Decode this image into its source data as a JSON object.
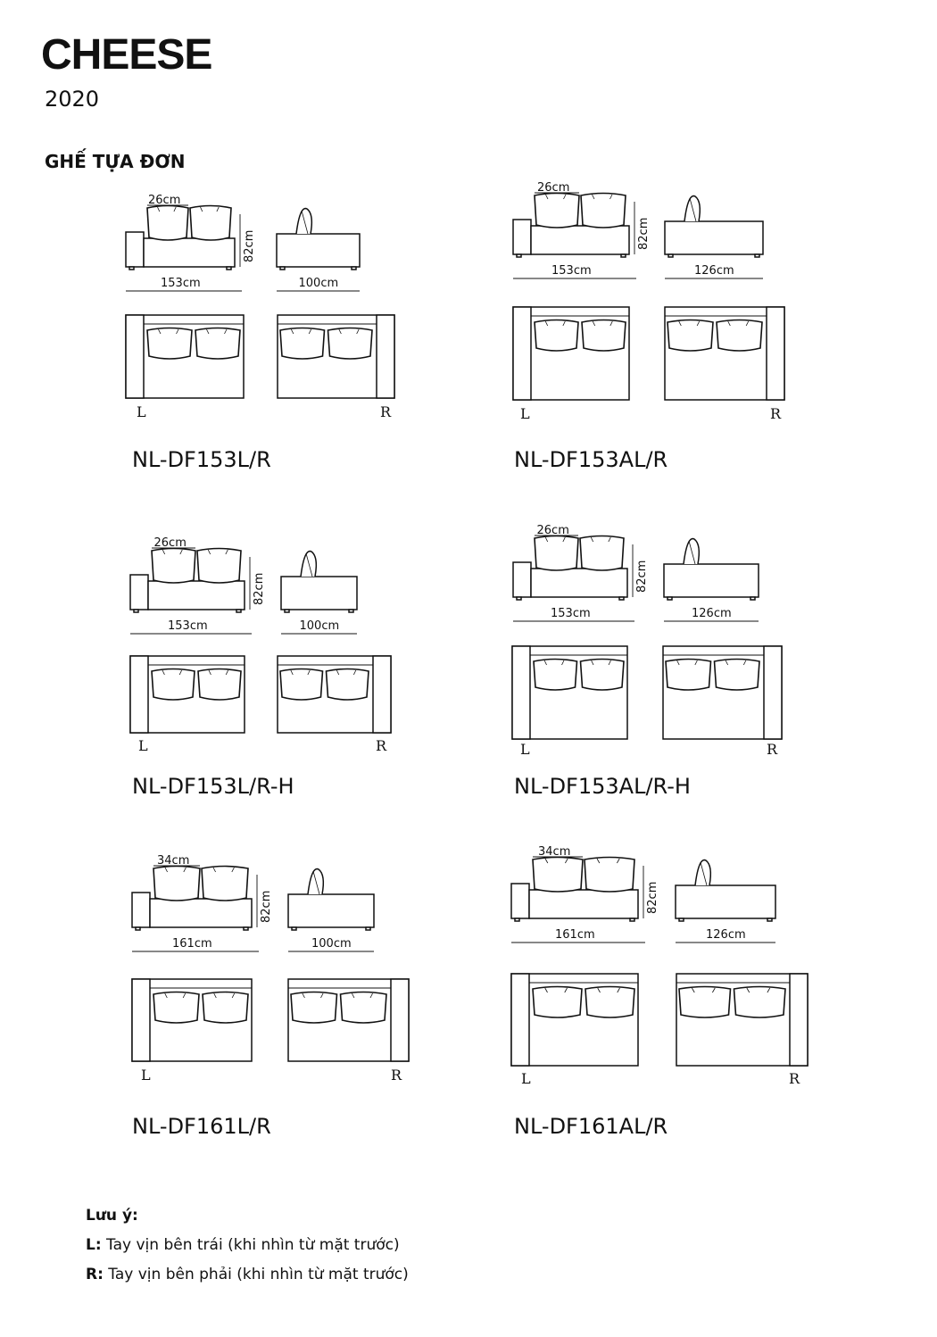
{
  "header": {
    "title": "CHEESE",
    "year": "2020",
    "section": "GHẾ TỰA ĐƠN"
  },
  "products": [
    {
      "code": "NL-DF153L/R",
      "cushion_label": "26cm",
      "width_label": "153cm",
      "height_label": "82cm",
      "depth_label": "100cm",
      "left": "L",
      "right": "R"
    },
    {
      "code": "NL-DF153AL/R",
      "cushion_label": "26cm",
      "width_label": "153cm",
      "height_label": "82cm",
      "depth_label": "126cm",
      "left": "L",
      "right": "R"
    },
    {
      "code": "NL-DF153L/R-H",
      "cushion_label": "26cm",
      "width_label": "153cm",
      "height_label": "82cm",
      "depth_label": "100cm",
      "left": "L",
      "right": "R"
    },
    {
      "code": "NL-DF153AL/R-H",
      "cushion_label": "26cm",
      "width_label": "153cm",
      "height_label": "82cm",
      "depth_label": "126cm",
      "left": "L",
      "right": "R"
    },
    {
      "code": "NL-DF161L/R",
      "cushion_label": "34cm",
      "width_label": "161cm",
      "height_label": "82cm",
      "depth_label": "100cm",
      "left": "L",
      "right": "R"
    },
    {
      "code": "NL-DF161AL/R",
      "cushion_label": "34cm",
      "width_label": "161cm",
      "height_label": "82cm",
      "depth_label": "126cm",
      "left": "L",
      "right": "R"
    }
  ],
  "notes": {
    "heading": "Lưu ý:",
    "lines": [
      {
        "key": "L:",
        "text": "Tay vịn bên trái (khi nhìn từ mặt trước)"
      },
      {
        "key": "R:",
        "text": "Tay vịn bên phải (khi nhìn từ mặt trước)"
      }
    ]
  }
}
